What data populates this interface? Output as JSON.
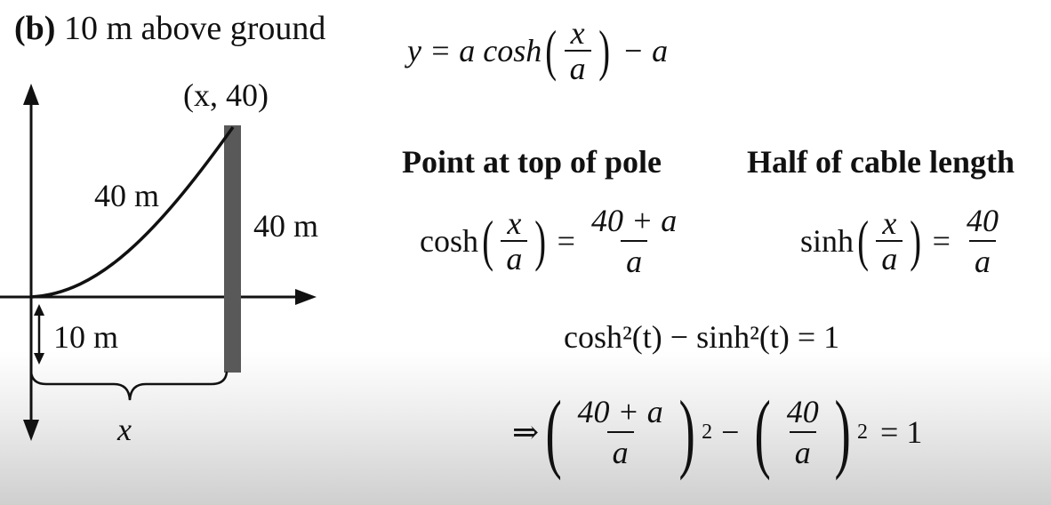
{
  "title": {
    "part": "(b)",
    "text": "10 m above ground"
  },
  "diagram": {
    "point_label": "(x, 40)",
    "cable_label": "40 m",
    "pole_label": "40 m",
    "height_label": "10 m",
    "x_label": "x"
  },
  "equations": {
    "main": {
      "lhs": "y = a cosh",
      "num": "x",
      "den": "a",
      "tail": "− a"
    },
    "heading_left": "Point at top of pole",
    "heading_right": "Half of cable length",
    "cosh_eq": {
      "fn": "cosh",
      "num": "x",
      "den": "a",
      "rhs_num": "40 + a",
      "rhs_den": "a"
    },
    "sinh_eq": {
      "fn": "sinh",
      "num": "x",
      "den": "a",
      "rhs_num": "40",
      "rhs_den": "a"
    },
    "identity": "cosh²(t) − sinh²(t) = 1",
    "final": {
      "arrow": "⇒",
      "f1_num": "40 + a",
      "f1_den": "a",
      "exp1": "2",
      "minus": "−",
      "f2_num": "40",
      "f2_den": "a",
      "exp2": "2",
      "rhs": "= 1"
    }
  }
}
